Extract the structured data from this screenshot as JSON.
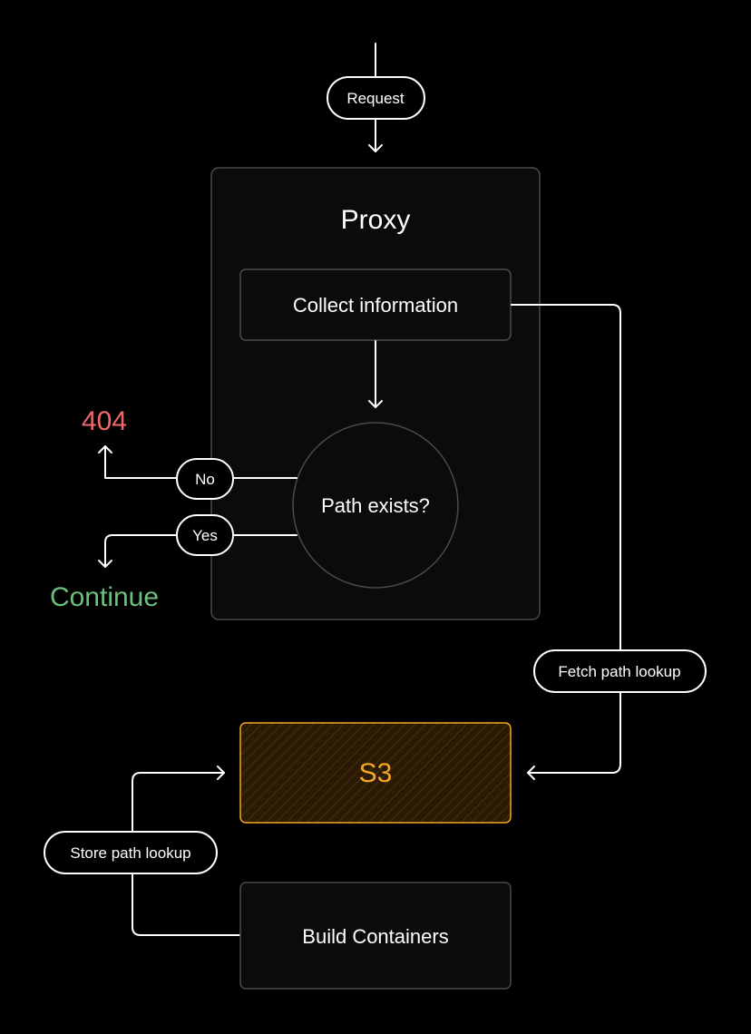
{
  "nodes": {
    "request": "Request",
    "proxy": "Proxy",
    "collect": "Collect information",
    "path_exists": "Path exists?",
    "no": "No",
    "yes": "Yes",
    "not_found": "404",
    "continue": "Continue",
    "fetch": "Fetch path lookup",
    "s3": "S3",
    "store": "Store path lookup",
    "build": "Build Containers"
  },
  "colors": {
    "background": "#000000",
    "line": "#ffffff",
    "box_fill": "#0b0b0b",
    "box_stroke": "#4a4a4a",
    "error": "#f06868",
    "success": "#6cc07e",
    "s3": "#f5a524",
    "s3_fill": "#2a1a06"
  }
}
